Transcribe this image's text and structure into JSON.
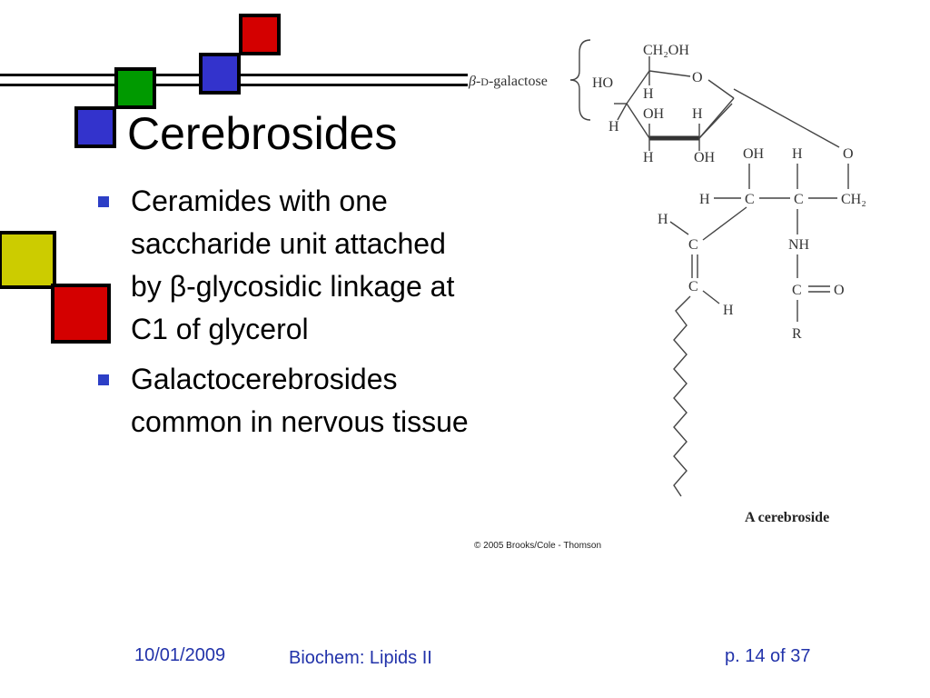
{
  "slide": {
    "title": "Cerebrosides",
    "bullets": [
      {
        "text": "Ceramides with one saccharide unit attached by β-glycosidic linkage at C1 of glycerol"
      },
      {
        "text": "Galactocerebrosides common in nervous tissue"
      }
    ]
  },
  "figure": {
    "group_label_prefix": "β-",
    "group_label_d": "D",
    "group_label_suffix": "-galactose",
    "caption": "A cerebroside",
    "credit": "© 2005 Brooks/Cole - Thomson",
    "atoms": {
      "ch2oh": "CH₂OH",
      "ring_o": "O",
      "ho": "HO",
      "h": "H",
      "oh": "OH",
      "c": "C",
      "o": "O",
      "ch2": "CH₂",
      "nh": "NH",
      "r": "R"
    }
  },
  "footer": {
    "date": "10/01/2009",
    "course": "Biochem: Lipids II",
    "page": "p. 14 of 37"
  },
  "colors": {
    "red": "#d40000",
    "green": "#009a00",
    "blue": "#3333cc",
    "yellow": "#cccc00",
    "bullet": "#2d3fc6",
    "footer_text": "#2233aa"
  }
}
